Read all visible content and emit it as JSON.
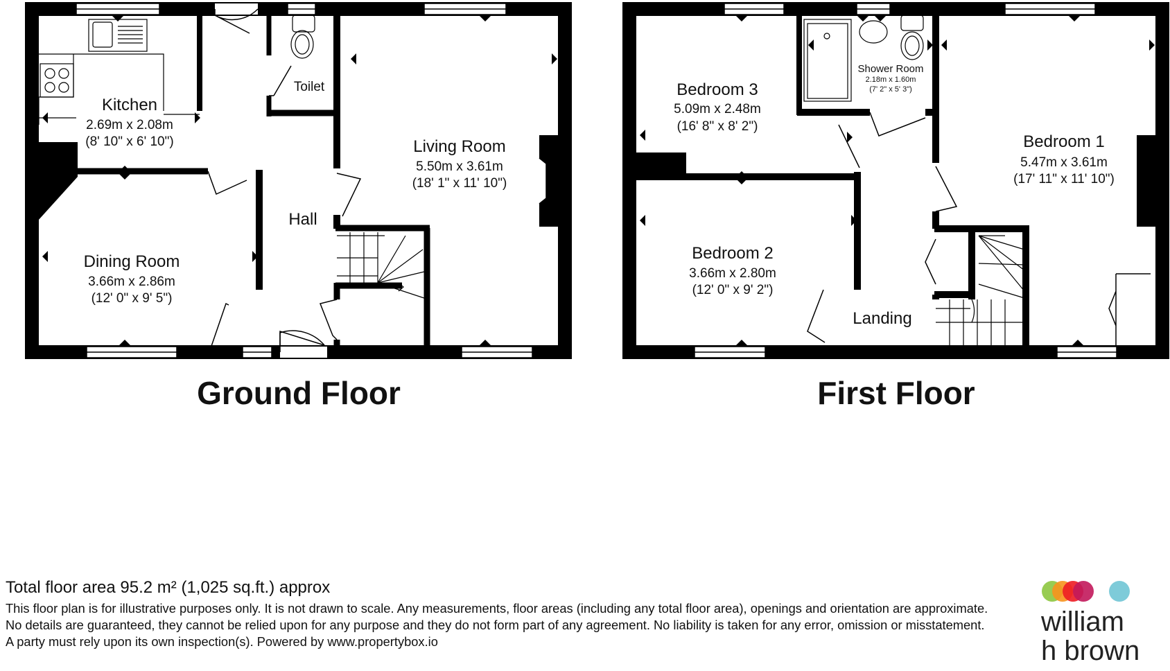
{
  "floors": {
    "ground": {
      "title": "Ground Floor",
      "rooms": {
        "kitchen": {
          "name": "Kitchen",
          "metric": "2.69m x 2.08m",
          "imperial": "(8' 10\" x 6' 10\")"
        },
        "toilet": {
          "name": "Toilet"
        },
        "living": {
          "name": "Living Room",
          "metric": "5.50m x 3.61m",
          "imperial": "(18' 1\" x 11' 10\")"
        },
        "hall": {
          "name": "Hall"
        },
        "dining": {
          "name": "Dining Room",
          "metric": "3.66m x 2.86m",
          "imperial": "(12' 0\" x 9' 5\")"
        }
      }
    },
    "first": {
      "title": "First Floor",
      "rooms": {
        "bedroom3": {
          "name": "Bedroom 3",
          "metric": "5.09m x 2.48m",
          "imperial": "(16' 8\" x 8' 2\")"
        },
        "shower": {
          "name": "Shower Room",
          "metric": "2.18m x 1.60m",
          "imperial": "(7' 2\" x 5' 3\")"
        },
        "bedroom1": {
          "name": "Bedroom 1",
          "metric": "5.47m x 3.61m",
          "imperial": "(17' 11\" x 11' 10\")"
        },
        "bedroom2": {
          "name": "Bedroom 2",
          "metric": "3.66m x 2.80m",
          "imperial": "(12' 0\" x 9' 2\")"
        },
        "landing": {
          "name": "Landing"
        }
      }
    }
  },
  "footer": {
    "total": "Total floor area 95.2 m² (1,025 sq.ft.) approx",
    "disclaimer": "This floor plan is for illustrative purposes only. It is not drawn to scale. Any measurements, floor areas (including any total floor area), openings and orientation are approximate. No details are guaranteed, they cannot be relied upon for any purpose and they do not form part of any agreement. No liability is taken for any error, omission or misstatement. A party must rely upon its own inspection(s). Powered by www.propertybox.io"
  },
  "brand": {
    "line1": "william",
    "line2": "h brown",
    "colors": [
      "#8dc63f",
      "#f7941d",
      "#ed1c24",
      "#c2185b",
      "#7ecbd9"
    ]
  }
}
